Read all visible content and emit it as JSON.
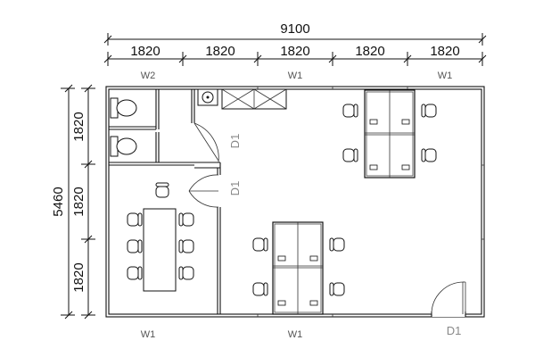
{
  "dimensions": {
    "total_width": "9100",
    "top_segments": [
      "1820",
      "1820",
      "1820",
      "1820",
      "1820"
    ],
    "total_height": "5460",
    "left_segments": [
      "1820",
      "1820",
      "1820"
    ]
  },
  "windows": {
    "top": [
      "W2",
      "W1",
      "W1"
    ],
    "bottom": [
      "W1",
      "W1"
    ]
  },
  "doors": {
    "toilet_door_upper": "D1",
    "toilet_door_lower": "D1",
    "entrance": "D1"
  }
}
